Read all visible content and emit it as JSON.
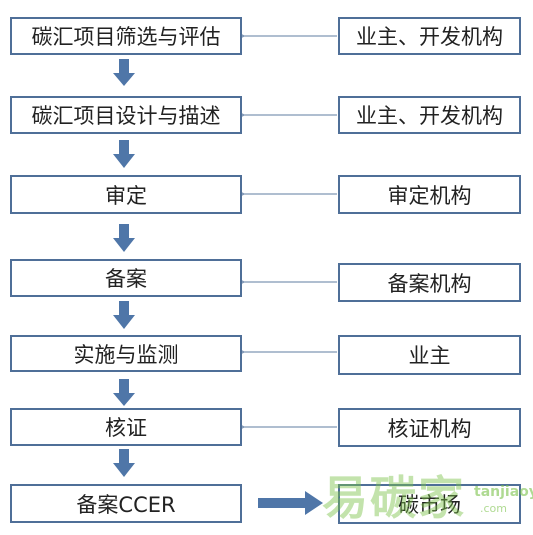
{
  "process_steps": [
    "碳汇项目筛选与评估",
    "碳汇项目设计与描述",
    "审定",
    "备案",
    "实施与监测",
    "核证",
    "备案CCER"
  ],
  "actors": [
    "业主、开发机构",
    "业主、开发机构",
    "审定机构",
    "备案机构",
    "业主",
    "核证机构",
    "碳市场"
  ],
  "watermark": {
    "text": "易碳家",
    "url": "tanjiaoyi",
    "url_suffix": ".com"
  },
  "colors": {
    "box_border": "#4f6f98",
    "down_arrow": "#4f76a8",
    "connector": "#7f96b5",
    "watermark": "#7bc24a"
  }
}
